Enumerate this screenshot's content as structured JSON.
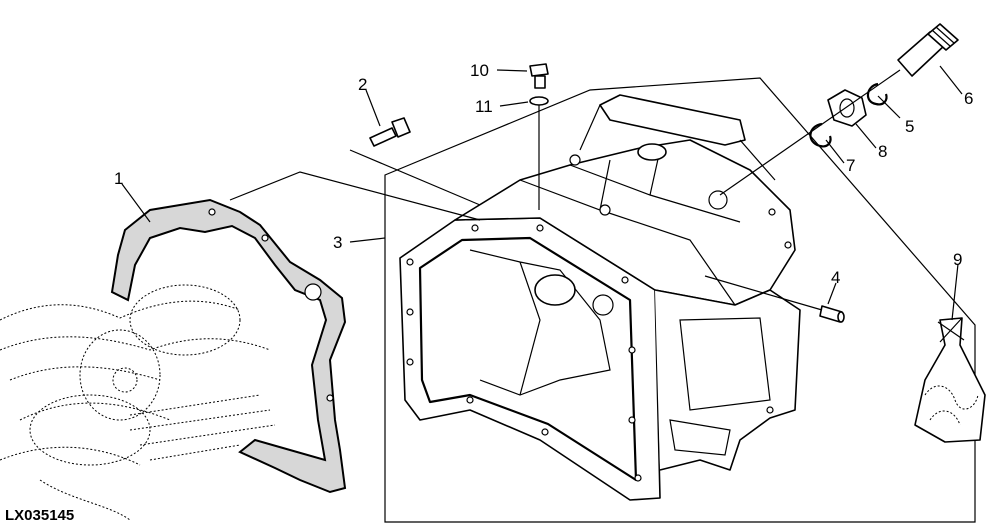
{
  "reference_code": "LX035145",
  "callouts": [
    "1",
    "2",
    "3",
    "4",
    "5",
    "6",
    "7",
    "8",
    "9",
    "10",
    "11"
  ]
}
